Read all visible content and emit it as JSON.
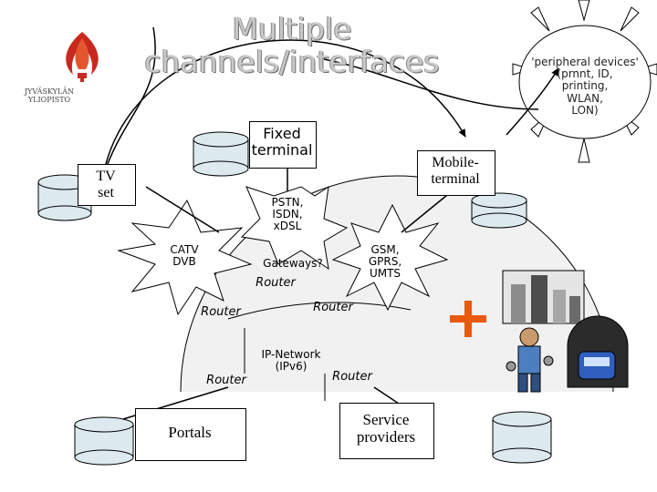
{
  "title": "Multiple\nchannels/interfaces",
  "logo": {
    "text": "JYVÄSKYLÄN\nYLIOPISTO"
  },
  "nodes": {
    "fixed_terminal": "Fixed\nterminal",
    "tv_set": "TV\nset",
    "mobile_terminal": "Mobile-\nterminal",
    "portals": "Portals",
    "service_providers": "Service\nproviders"
  },
  "networks": {
    "pstn": "PSTN,\nISDN,\nxDSL",
    "catv": "CATV\nDVB",
    "gsm": "GSM,\nGPRS,\nUMTS",
    "gateways": "Gateways?",
    "ip_network": "IP-Network\n(IPv6)"
  },
  "routers": [
    "Router",
    "Router",
    "Router",
    "Router",
    "Router"
  ],
  "peripheral": "'peripheral devices'\n(prnnt, ID,\nprinting,\nWLAN,\nLON)",
  "colors": {
    "plus": "#e85a0c",
    "logo": "#c8281e",
    "cylinder": "#dce9ef"
  }
}
